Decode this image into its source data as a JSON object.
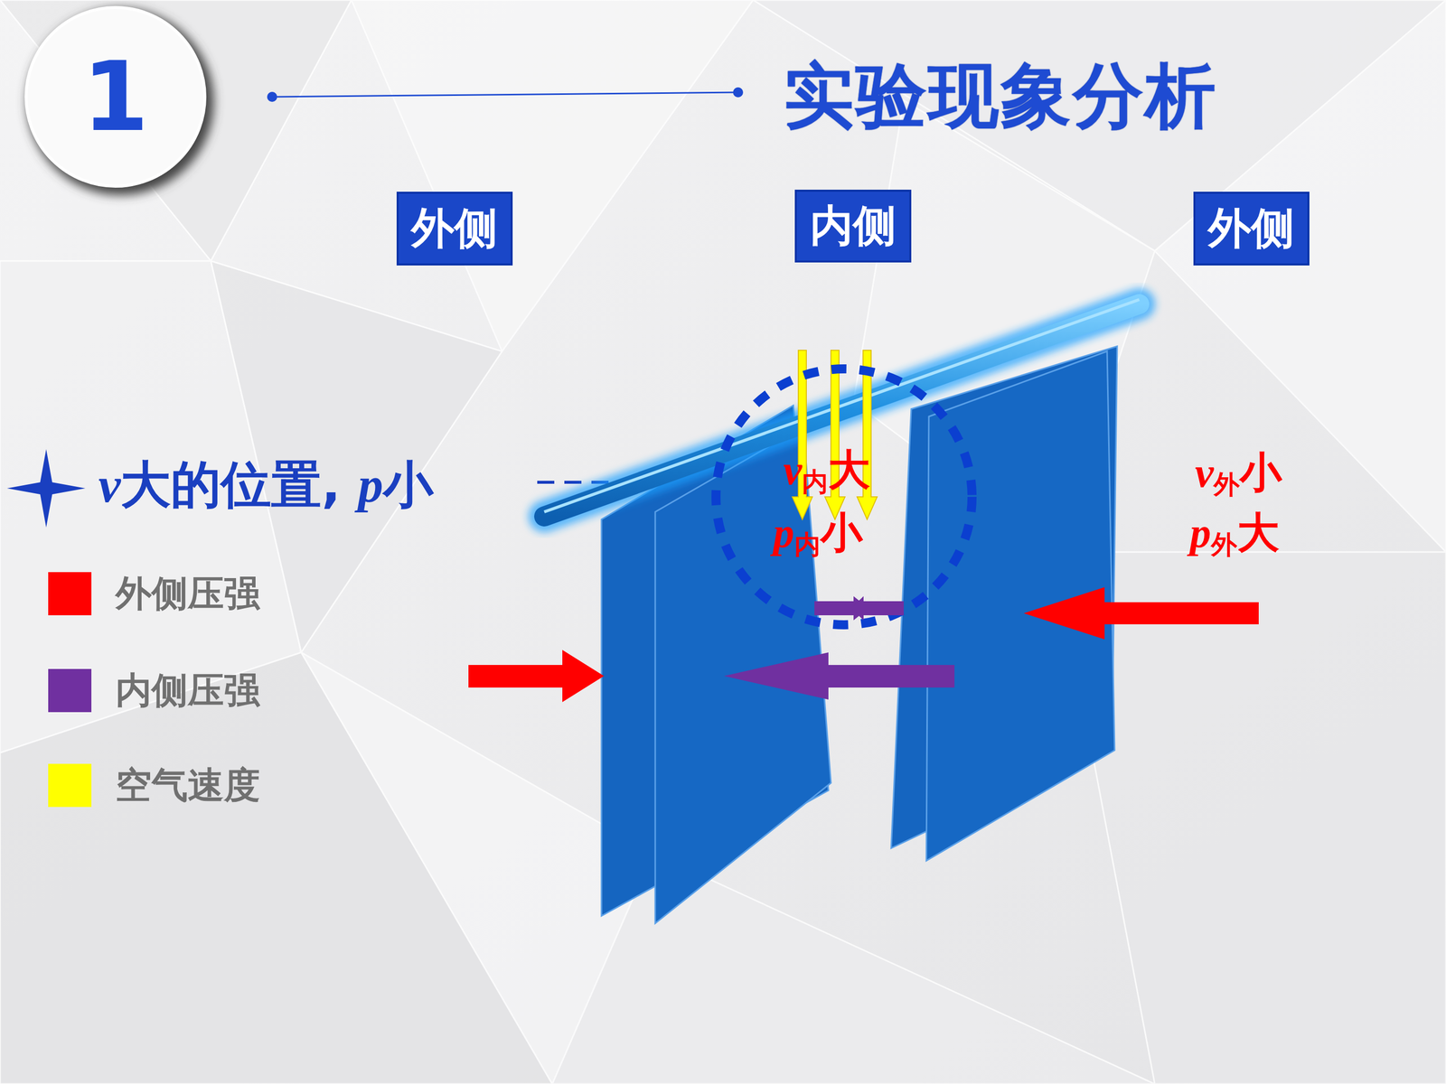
{
  "diagram": {
    "title": "实验现象分析",
    "nodes": [
      {
        "text": [
          "1"
        ]
      },
      {
        "text": [
          "外侧"
        ]
      },
      {
        "text": [
          "内侧"
        ]
      },
      {
        "text": [
          "外侧"
        ]
      }
    ],
    "labels": [
      "v大的位置, p小",
      "v内大",
      "p内小",
      "v外小",
      "p外大"
    ],
    "legend": [
      {
        "text": "外侧压强",
        "color": "#ff0000"
      },
      {
        "text": "内侧压强",
        "color": "#7030a0"
      },
      {
        "text": "空气速度",
        "color": "#ffff00"
      }
    ]
  }
}
